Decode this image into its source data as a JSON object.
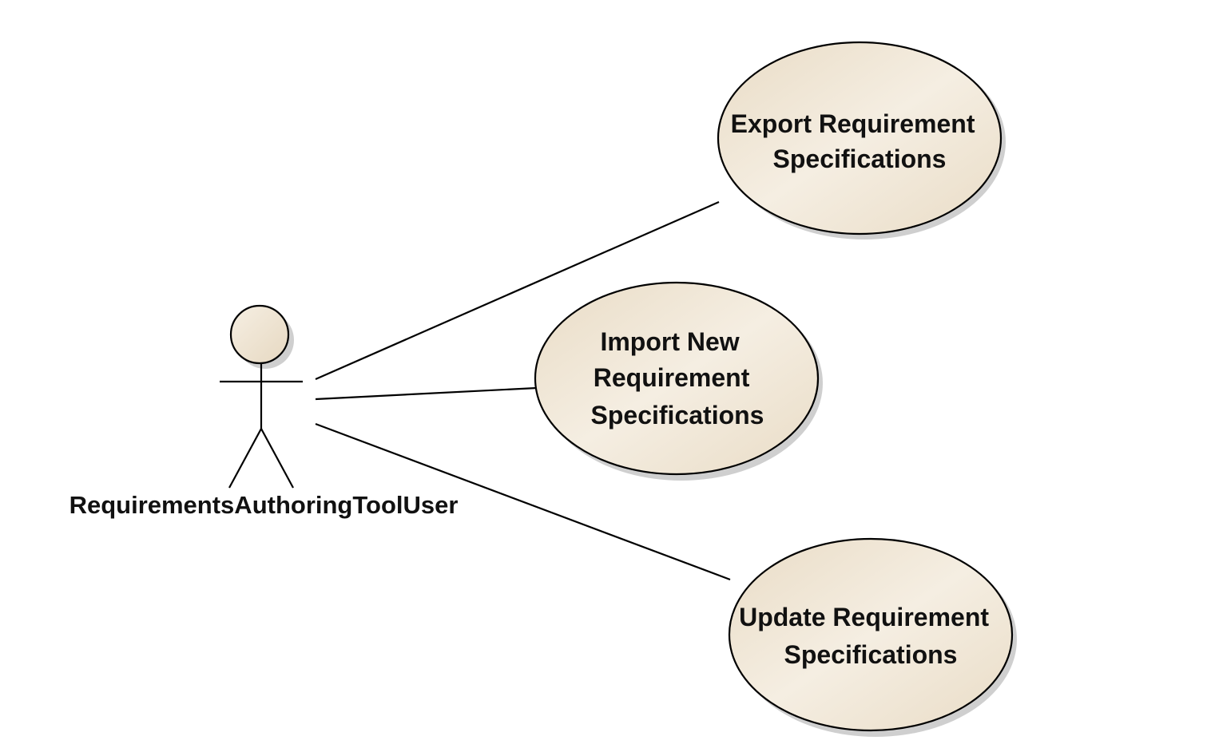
{
  "diagram": {
    "actor": {
      "name": "RequirementsAuthoringToolUser"
    },
    "use_cases": [
      {
        "lines": [
          "Export Requirement",
          "Specifications"
        ]
      },
      {
        "lines": [
          "Import New",
          "Requirement",
          "Specifications"
        ]
      },
      {
        "lines": [
          "Update Requirement",
          "Specifications"
        ]
      }
    ],
    "colors": {
      "use_case_fill": "#efe5d3",
      "use_case_fill_light": "#faf5ec",
      "outline": "#000000",
      "shadow": "#c8c8c8",
      "text": "#111111"
    }
  }
}
